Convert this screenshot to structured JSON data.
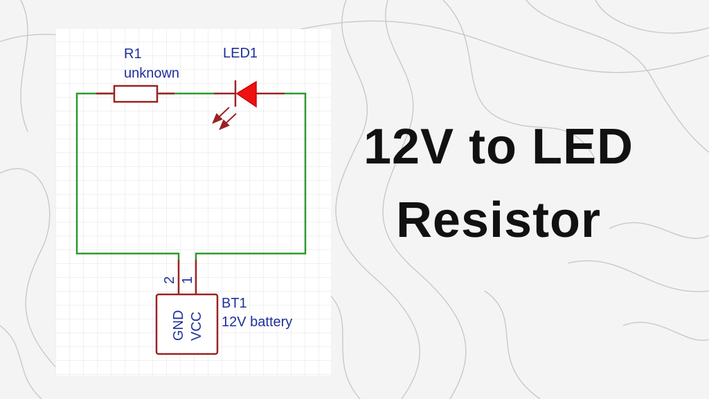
{
  "title": {
    "line1": "12V to LED",
    "line2": "Resistor"
  },
  "components": {
    "resistor": {
      "ref": "R1",
      "value": "unknown"
    },
    "led": {
      "ref": "LED1"
    },
    "battery": {
      "ref": "BT1",
      "value": "12V battery",
      "pin1": "1",
      "pin2": "2",
      "pin1_name": "VCC",
      "pin2_name": "GND"
    }
  },
  "colors": {
    "wire": "#2a9a2a",
    "component": "#9a2222",
    "led_fill": "#ee1111",
    "label": "#1f2f9a",
    "grid": "#e3e3e3",
    "contour": "#c8c8c8"
  }
}
